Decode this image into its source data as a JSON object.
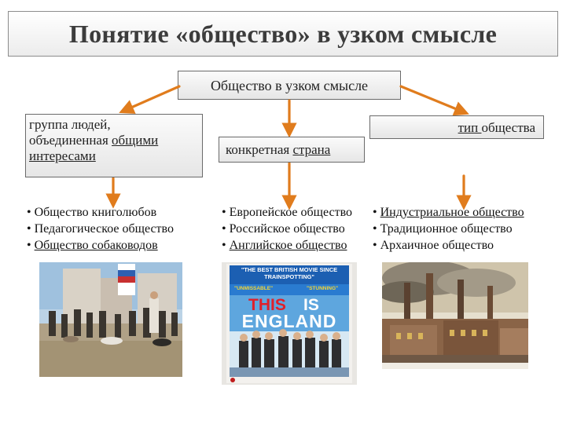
{
  "title": "Понятие «общество» в узком смысле",
  "root": "Общество в узком смысле",
  "branches": [
    {
      "lines": [
        {
          "t": "группа людей,",
          "u": false
        },
        {
          "t": "объединенная ",
          "u": false,
          "t2": "общими",
          "u2": true
        },
        {
          "t": "интересами",
          "u": true
        }
      ],
      "examples": [
        {
          "prefix": "• ",
          "text": "Общество книголюбов",
          "u": false
        },
        {
          "prefix": "• ",
          "text": "Педагогическое общество",
          "u": false
        },
        {
          "prefix": "• ",
          "text": "Общество собаководов",
          "u": true
        }
      ]
    },
    {
      "lines": [
        {
          "t": "конкретная ",
          "u": false,
          "t2": "страна",
          "u2": true
        }
      ],
      "examples": [
        {
          "prefix": "• ",
          "text": "Европейское общество",
          "u": false
        },
        {
          "prefix": "• ",
          "text": "Российское общество",
          "u": false
        },
        {
          "prefix": "• ",
          "text": "Английское общество",
          "u": true
        }
      ]
    },
    {
      "lines": [
        {
          "t": "тип ",
          "u": true,
          "t2": "общества",
          "u2": false
        }
      ],
      "examples": [
        {
          "prefix": "• ",
          "text": "Индустриальное общество",
          "u": true
        },
        {
          "prefix": "• ",
          "text": "Традиционное общество",
          "u": false
        },
        {
          "prefix": "• ",
          "text": "Архаичное общество",
          "u": false
        }
      ]
    }
  ],
  "poster": {
    "tagline": "\"THE BEST BRITISH MOVIE SINCE TRAINSPOTTING\"",
    "quote1": "\"UNMISSABLE\"",
    "quote2": "\"STUNNING\"",
    "title_word1": "THIS",
    "title_word2": "IS",
    "title_word3": "ENGLAND"
  },
  "colors": {
    "arrow": "#e07c1d",
    "title": "#3c3c3c",
    "box_border": "#6a6a6a"
  }
}
